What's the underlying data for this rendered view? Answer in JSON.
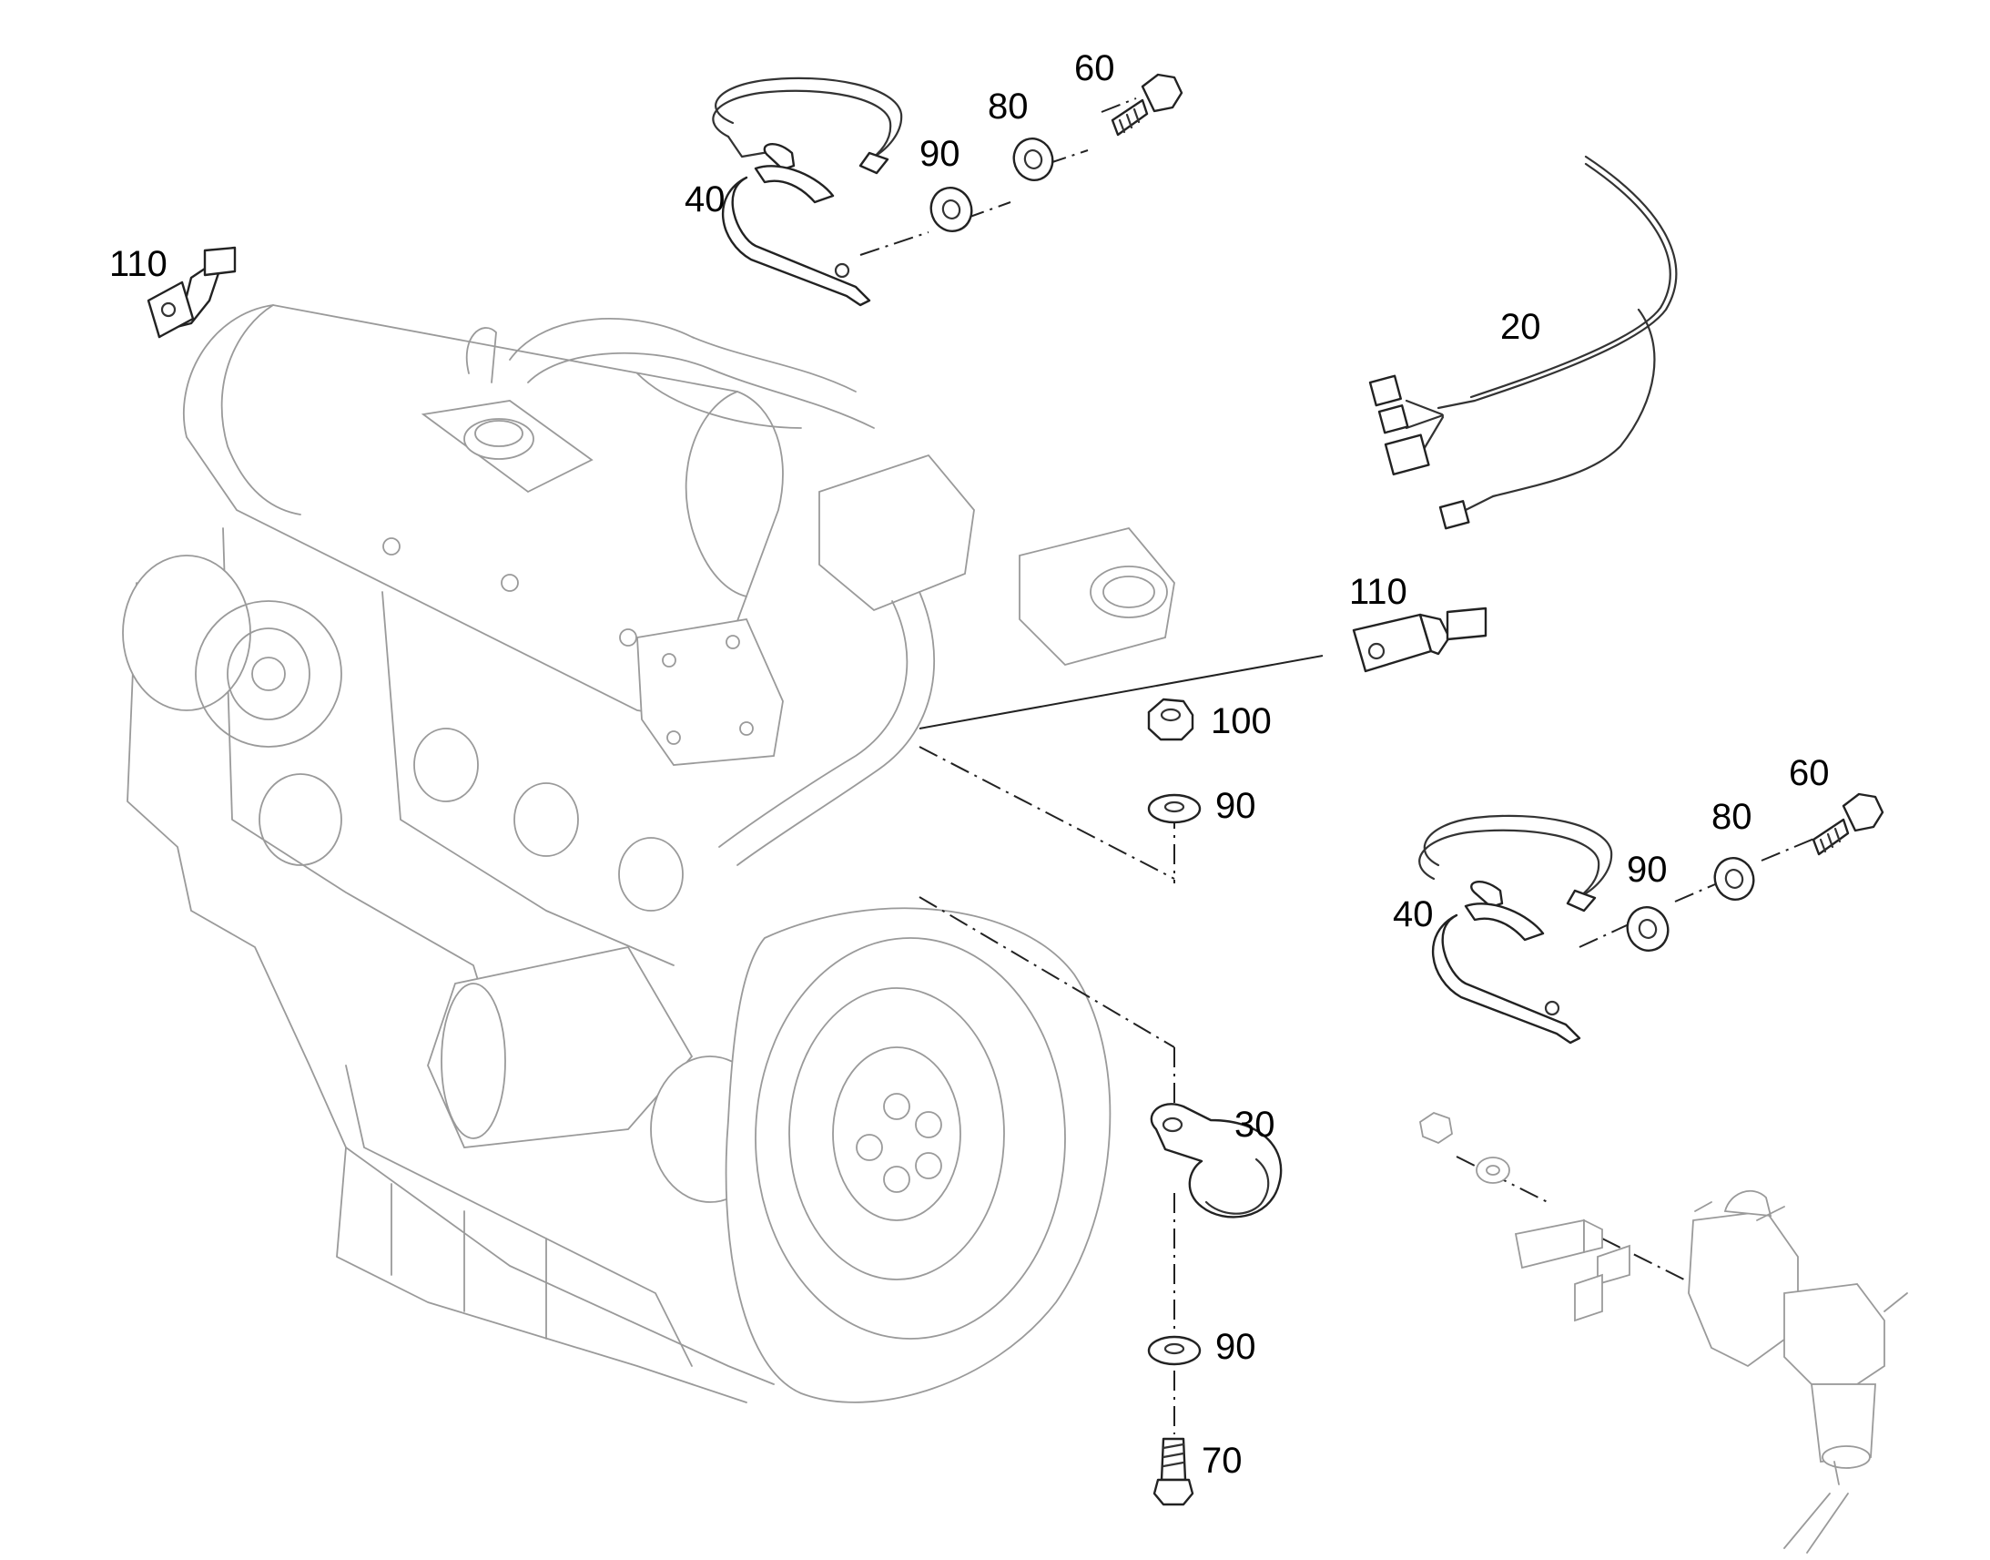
{
  "callouts": {
    "c60_top": "60",
    "c80_top": "80",
    "c90_top": "90",
    "c40_top": "40",
    "c110_topleft": "110",
    "c20": "20",
    "c110_right": "110",
    "c100": "100",
    "c90_mid": "90",
    "c60_right": "60",
    "c80_right": "80",
    "c90_right": "90",
    "c40_right": "40",
    "c30": "30",
    "c90_bottom": "90",
    "c70": "70"
  },
  "parts": [
    {
      "item": "20",
      "type": "wiring-harness"
    },
    {
      "item": "30",
      "type": "p-clamp"
    },
    {
      "item": "40",
      "type": "strap-clamp"
    },
    {
      "item": "60",
      "type": "bolt"
    },
    {
      "item": "70",
      "type": "bolt"
    },
    {
      "item": "80",
      "type": "washer"
    },
    {
      "item": "90",
      "type": "washer"
    },
    {
      "item": "100",
      "type": "nut"
    },
    {
      "item": "110",
      "type": "bracket"
    }
  ]
}
